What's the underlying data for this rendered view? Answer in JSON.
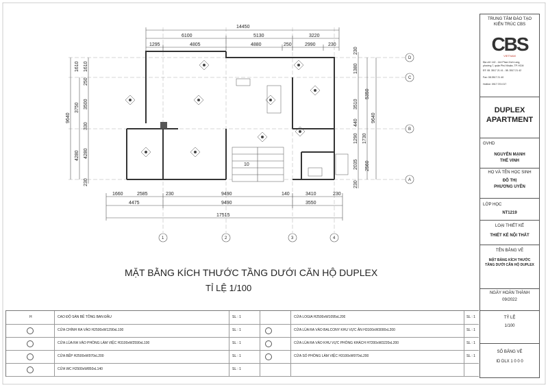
{
  "dimensions": {
    "top_total": "14450",
    "top_row1": [
      "6100",
      "5130",
      "3220"
    ],
    "top_row2": [
      "1295",
      "4805",
      "4880",
      "250",
      "2990",
      "230"
    ],
    "left_outer": "9640",
    "left_row2": [
      "3750",
      "4280"
    ],
    "left_row3": [
      "1610",
      "250",
      "3500",
      "330",
      "4280",
      "230"
    ],
    "left_top_extra": "1610",
    "right_outer": "9640",
    "right_row2": [
      "5350",
      "2560"
    ],
    "right_row3": [
      "230",
      "1380",
      "3510",
      "440",
      "1290",
      "1730",
      "2035",
      "230"
    ],
    "bottom_row1": [
      "1660",
      "2585",
      "230",
      "9490",
      "140",
      "3410",
      "230"
    ],
    "bottom_row2": [
      "4475",
      "9490",
      "3550"
    ],
    "bottom_total": "17515",
    "stair_mark": "10"
  },
  "grid": {
    "columns": [
      "1",
      "2",
      "3",
      "4"
    ],
    "rows": [
      "D",
      "C",
      "B",
      "A"
    ]
  },
  "drawing_title": "MẶT BẰNG KÍCH THƯỚC TẦNG DƯỚI CĂN HỘ DUPLEX",
  "drawing_scale": "TỈ LỆ 1/100",
  "legend": [
    {
      "sym_left": "H",
      "left": "CAO ĐỘ SÀN BÊ TÔNG BAN ĐẦU",
      "sl_left": "SL : 1",
      "sym_right": "",
      "right": "CỬA LOGIA H2500xW1095xL200",
      "sl_right": "SL : 1"
    },
    {
      "sym_left": "",
      "left": "CỬA CHÍNH RA VÀO H2500xW1290xL100",
      "sl_left": "SL : 1",
      "sym_right": "",
      "right": "CỬA LÙA RA VÀO BALCONY KHU VỰC ĂN H3100xW3000xL200",
      "sl_right": "SL : 1"
    },
    {
      "sym_left": "",
      "left": "CỬA LÙA RA VÀO PHÒNG LÀM VIỆC H3100xW2590xL100",
      "sl_left": "SL : 1",
      "sym_right": "",
      "right": "CỬA LÙA RA VÀO KHU VỰC PHÒNG KHÁCH H7200xW3220xL200",
      "sl_right": "SL : 1"
    },
    {
      "sym_left": "",
      "left": "CỬA BẾP H2500xW970xL200",
      "sl_left": "SL : 1",
      "sym_right": "",
      "right": "CỬA SỔ PHÒNG LÀM VIỆC H3100xW970xL200",
      "sl_right": "SL : 1"
    },
    {
      "sym_left": "",
      "left": "CỬA WC H2500xW850xL140",
      "sl_left": "SL : 1",
      "sym_right": "",
      "right": "",
      "sl_right": ""
    }
  ],
  "title_block": {
    "school": [
      "TRUNG TÂM ĐÀO TẠO",
      "KIẾN TRÚC CBS"
    ],
    "logo": "CBS",
    "logo_sub": "VIETNAM",
    "address": [
      "Địa chỉ: 142 - 144 Phan Xích Long,",
      "phường 7, quận Phú Nhuận, TP. HCM",
      "ĐT: 08. 3517 21 41 - 08. 3517 21 42",
      "Fax: 08.3517 21 40",
      "Hotline: 0917 074 017"
    ],
    "project": [
      "DUPLEX",
      "APARTMENT"
    ],
    "gvhd_label": "GVHD",
    "gvhd": [
      "NGUYỄN MẠNH",
      "THẾ VINH"
    ],
    "student_label": "HỌ VÀ TÊN HỌC SINH",
    "student": [
      "ĐỖ THỊ",
      "PHƯƠNG UYÊN"
    ],
    "class_label": "LỚP HỌC",
    "class": "NT1219",
    "design_type_label": "LOẠI THIẾT KẾ",
    "design_type": "THIẾT KẾ NỘI THẤT",
    "drawing_name_label": "TÊN BẢNG VẼ",
    "drawing_name": [
      "MẶT BẰNG KÍCH THƯỚC",
      "TẦNG DƯỚI CĂN HỘ DUPLEX"
    ],
    "date_label": "NGÀY HOÀN THÀNH",
    "date": "09/2022",
    "scale_label": "TỶ LỆ",
    "scale": "1/100",
    "sheet_label": "SỐ BẢNG VẼ",
    "sheet_no": "ID DLX 1 0 0 0"
  }
}
